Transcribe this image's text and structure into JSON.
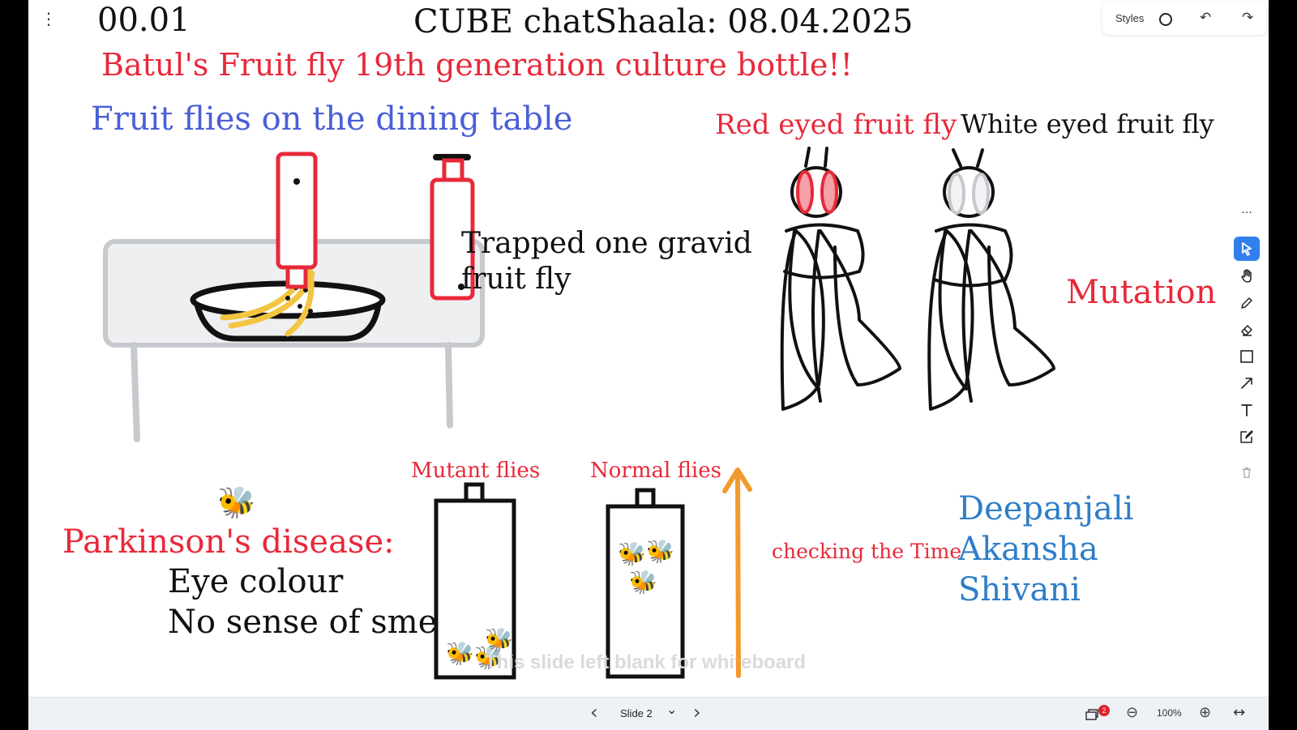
{
  "header": {
    "counter": "00.01",
    "title": "CUBE chatShaala: 08.04.2025"
  },
  "slide": {
    "subtitle": "Batul's Fruit fly 19th generation culture bottle!!",
    "dining_label": "Fruit flies on the dining table",
    "trapped_label_line1": "Trapped one gravid",
    "trapped_label_line2": "fruit fly",
    "red_eyed_label": "Red eyed fruit fly",
    "white_eyed_label": "White eyed fruit fly",
    "mutation_label": "Mutation",
    "parkinson_label": "Parkinson's disease:",
    "symptom_1": "Eye colour",
    "symptom_2": "No sense of smell",
    "mutant_label": "Mutant flies",
    "normal_label": "Normal flies",
    "checking_label": "checking the Time",
    "names": [
      "Deepanjali",
      "Akansha",
      "Shivani"
    ],
    "blank_note": "This slide left blank for whiteboard",
    "bee_emoji": "🐝"
  },
  "top_controls": {
    "styles_label": "Styles",
    "menu_icon": "⋮",
    "undo_icon": "↶",
    "redo_icon": "↷"
  },
  "side_toolbar": {
    "more_icon": "···",
    "tools": [
      "select-icon",
      "hand-icon",
      "pencil-icon",
      "eraser-icon",
      "rectangle-icon",
      "arrow-icon",
      "text-icon",
      "note-icon",
      "trash-icon"
    ]
  },
  "bottom_bar": {
    "prev_icon": "‹",
    "slide_label": "Slide 2",
    "dropdown_icon": "⌄",
    "next_icon": "›",
    "notif_count": "2",
    "zoom_out_icon": "⊖",
    "zoom_level": "100%",
    "zoom_in_icon": "⊕",
    "fit_icon": "↔"
  },
  "colors": {
    "red": "#e8293a",
    "blue_title": "#4a5fd6",
    "blue_names": "#2f7ec8",
    "orange": "#f39a2e",
    "accent": "#2f80ed"
  }
}
